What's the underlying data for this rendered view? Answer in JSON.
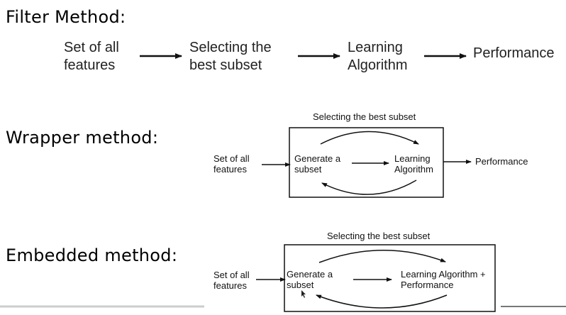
{
  "filter": {
    "heading": "Filter Method:",
    "step1_line1": "Set of all",
    "step1_line2": "features",
    "step2_line1": "Selecting the",
    "step2_line2": "best subset",
    "step3_line1": "Learning",
    "step3_line2": "Algorithm",
    "step4": "Performance"
  },
  "wrapper": {
    "heading": "Wrapper method:",
    "box_title": "Selecting the best subset",
    "input_line1": "Set of all",
    "input_line2": "features",
    "generate_line1": "Generate a",
    "generate_line2": "subset",
    "learning_line1": "Learning",
    "learning_line2": "Algorithm",
    "output": "Performance"
  },
  "embedded": {
    "heading": "Embedded method:",
    "box_title": "Selecting the best subset",
    "input_line1": "Set of all",
    "input_line2": "features",
    "generate_line1": "Generate a",
    "generate_line2": "subset",
    "learning_line1": "Learning Algorithm +",
    "learning_line2": "Performance"
  }
}
